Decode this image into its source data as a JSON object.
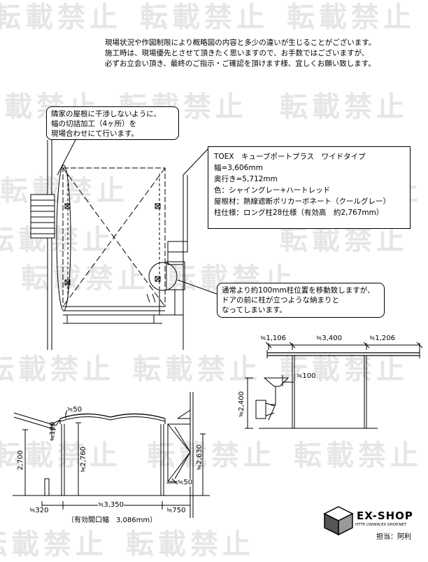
{
  "watermark_text": "転載禁止",
  "notice": {
    "line1": "現場状況や作図制限により概略図の内容と多少の違いが生じることがございます。",
    "line2": "施工時は、現場優先とさせて頂きたく思いますので、お手数ではございますが、",
    "line3": "必ずお立会い頂き、最終のご指示・ご確認を頂けます様、宜しくお願い致します。"
  },
  "callout_top": {
    "line1": "隣家の屋根に干渉しないように、",
    "line2": "幅の切詰加工（4ヶ所）を",
    "line3": "現場合わせにて行います。"
  },
  "spec": {
    "product": "TOEX　キューブポートプラス　ワイドタイプ",
    "width": "幅=3,606mm",
    "depth": "奥行き=5,712mm",
    "color": "色：シャイングレー+ハートレッド",
    "roof": "屋根材：熱線遮断ポリカーボネート（クールグレー）",
    "post": "柱仕様：ロング柱28仕様（有効高　約2,767mm）"
  },
  "callout_bottom": {
    "line1": "通常より約100mm柱位置を移動致しますが、",
    "line2": "ドアの前に柱が立つような納まりと",
    "line3": "なってしまいます。"
  },
  "side_view": {
    "dim_1106": "≒1,106",
    "dim_3400": "≒3,400",
    "dim_1206": "≒1,206",
    "dim_100": "≒100",
    "dim_2400": "≒2,400"
  },
  "front_view": {
    "dim_50_top": "≒50",
    "dim_180": "≒180",
    "dim_2700": "2,700",
    "dim_2760": "≒2,760",
    "dim_2630": "≒2,630",
    "dim_50_bottom": "≒50",
    "dim_320": "≒320",
    "dim_3350": "≒3,350",
    "dim_750": "≒750",
    "opening": "（有効間口幅　3,086mm）"
  },
  "logo": {
    "name": "EX-SHOP",
    "url": "HTTP://WWW.EX-SHOP.NET"
  },
  "staff": "担当：阿利"
}
